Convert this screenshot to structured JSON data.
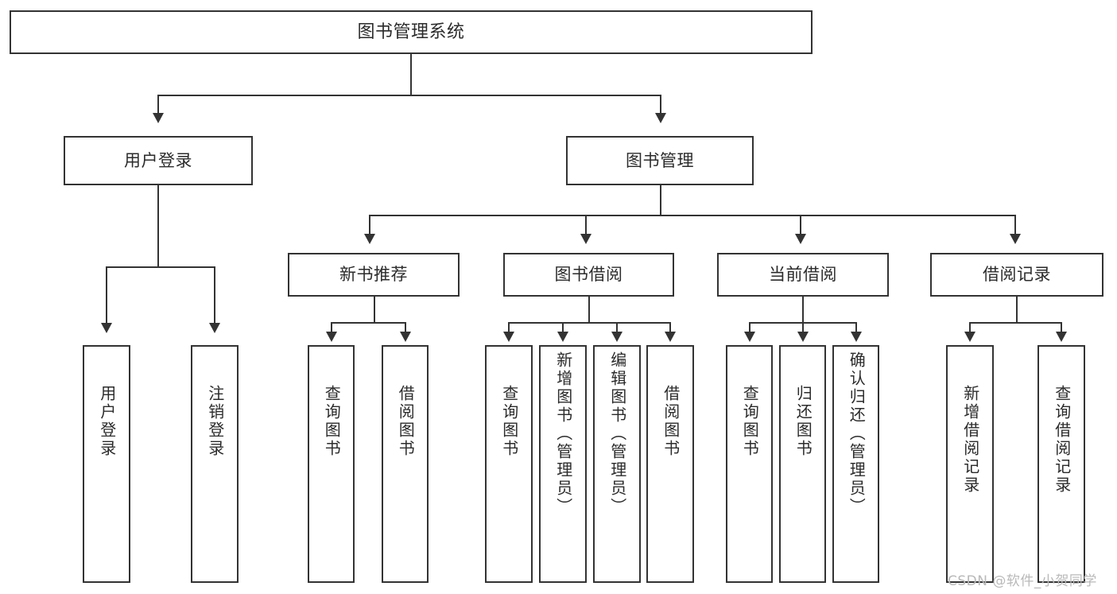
{
  "diagram": {
    "title": "图书管理系统",
    "type": "功能结构图",
    "colors": {
      "box_border": "#333333",
      "box_fill": "#ffffff",
      "text": "#2b2b2b",
      "connector": "#333333",
      "watermark": "#b9b9b9",
      "background": "#ffffff"
    },
    "root": {
      "label": "图书管理系统"
    },
    "level2": [
      {
        "label": "用户登录"
      },
      {
        "label": "图书管理"
      }
    ],
    "level3": [
      {
        "label": "新书推荐"
      },
      {
        "label": "图书借阅"
      },
      {
        "label": "当前借阅"
      },
      {
        "label": "借阅记录"
      }
    ],
    "leaves": {
      "user_login": [
        {
          "label": "用户登录"
        },
        {
          "label": "注销登录"
        }
      ],
      "new_book_recommend": [
        {
          "label": "查询图书"
        },
        {
          "label": "借阅图书"
        }
      ],
      "book_borrow": [
        {
          "label": "查询图书"
        },
        {
          "label": "新增图书（管理员）"
        },
        {
          "label": "编辑图书（管理员）"
        },
        {
          "label": "借阅图书"
        }
      ],
      "current_borrow": [
        {
          "label": "查询图书"
        },
        {
          "label": "归还图书"
        },
        {
          "label": "确认归还（管理员）"
        }
      ],
      "borrow_record": [
        {
          "label": "新增借阅记录"
        },
        {
          "label": "查询借阅记录"
        }
      ]
    }
  },
  "watermark": {
    "text": "CSDN @软件_小贺同学"
  }
}
